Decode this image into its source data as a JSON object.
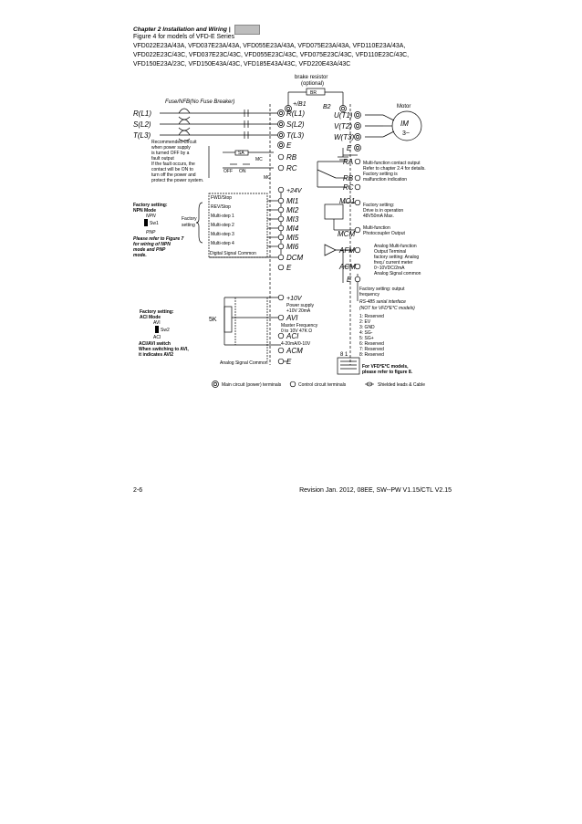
{
  "header": {
    "chapter": "Chapter 2 Installation and Wiring |",
    "figure_title": "Figure 4 for models of VFD-E Series",
    "model_lines": [
      "VFD022E23A/43A, VFD037E23A/43A, VFD055E23A/43A, VFD075E23A/43A, VFD110E23A/43A,",
      "VFD022E23C/43C, VFD037E23C/43C, VFD055E23C/43C, VFD075E23C/43C, VFD110E23C/43C,",
      "VFD150E23A/23C, VFD150E43A/43C, VFD185E43A/43C, VFD220E43A/43C"
    ]
  },
  "diagram": {
    "brake_resistor": "brake resistor",
    "optional": "(optional)",
    "br": "BR",
    "b1": "+/B1",
    "b2": "B2",
    "fuse_label": "Fuse/NFB(No Fuse Breaker)",
    "input_terminals": [
      "R(L1)",
      "S(L2)",
      "T(L3)"
    ],
    "drive_input_terminals": [
      "R(L1)",
      "S(L2)",
      "T(L3)"
    ],
    "e": "E",
    "output_terminals": [
      "U(T1)",
      "V(T2)",
      "W(T3)"
    ],
    "motor": "Motor",
    "im": "IM",
    "three_phase": "3~",
    "recommended_circuit": [
      "Recommended Circuit",
      "when power supply",
      "is turned OFF by a",
      "fault output",
      "If the fault occurs, the",
      "contact will be ON to",
      "turn off the power and",
      "protect the power system."
    ],
    "sa": "SA",
    "mc": "MC",
    "off": "OFF",
    "on": "ON",
    "rb": "RB",
    "rc": "RC",
    "plus24v": "+24V",
    "inputs": [
      {
        "label": "FWD/Stop",
        "terminal": "MI1"
      },
      {
        "label": "REV/Stop",
        "terminal": "MI2"
      },
      {
        "label": "Multi-step 1",
        "terminal": "MI3"
      },
      {
        "label": "Multi-step 2",
        "terminal": "MI4"
      },
      {
        "label": "Multi-step 3",
        "terminal": "MI5"
      },
      {
        "label": "Multi-step 4",
        "terminal": "MI6"
      }
    ],
    "factory": "Factory",
    "setting": "setting",
    "digital_signal_common": "Digital Signal Common",
    "dcm": "DCM",
    "factory_setting_npn": "Factory setting:",
    "npn_mode": "NPN Mode",
    "npn": "NPN",
    "sw1": "Sw1",
    "pnp": "PNP",
    "refer_fig7": [
      "Please refer to Figure 7",
      "for wiring of NPN",
      "mode and PNP",
      "mode."
    ],
    "ra": "RA",
    "relay_desc": [
      "Multi-function contact output",
      "Refer to chapter 2.4 for details.",
      "Factory setting is",
      "malfunction indication"
    ],
    "mo1": "MO1",
    "mo1_desc": [
      "Factory setting:",
      "Drive is in operation",
      "48V50mA Max."
    ],
    "mcm": "MCM",
    "mcm_desc": [
      "Multi-function",
      "Photocoupler Output"
    ],
    "afm": "AFM",
    "acm": "ACM",
    "afm_desc": [
      "Analog Multi-function",
      "Output Terminal",
      "factory setting: Analog",
      "freq./ current meter",
      "0~10VDC/2mA",
      "Analog Signal common"
    ],
    "factory_output_freq": [
      "Factory setting: output",
      "frequency"
    ],
    "plus10v": "+10V",
    "power_supply": [
      "Power supply",
      "+10V 20mA"
    ],
    "avi": "AVI",
    "master_freq": [
      "Master Frequency",
      "0 to 10V 47K Ω"
    ],
    "aci": "ACI",
    "aci_range": "4-20mA/0-10V",
    "five_k": "5K",
    "analog_signal_common": "Analog Signal Common",
    "aci_mode": [
      "Factory setting:",
      "ACI Mode"
    ],
    "avi_small": "AVI",
    "sw2": "Sw2",
    "aci_small": "ACI",
    "aci_switch_note": [
      "ACI/AVI switch",
      "When switching to AVI,",
      "it indicates AVI2"
    ],
    "rs485_title": "RS-485 serial interface",
    "rs485_sub": "(NOT for VFD*E*C models)",
    "pins": [
      "1: Reserved",
      "2: EV",
      "3: GND",
      "4: SG-",
      "5: SG+",
      "6: Reserved",
      "7: Reserved",
      "8: Reserved"
    ],
    "rj_pins": "8   1",
    "vfd_note": [
      "For VFD*E*C models,",
      "please refer to figure 8."
    ],
    "legend_main": "Main circuit (power) terminals",
    "legend_control": "Control circuit terminals",
    "legend_shield": "Shielded leads & Cable"
  },
  "footer": {
    "page": "2-6",
    "revision": "Revision Jan. 2012, 08EE, SW--PW V1.15/CTL V2.15"
  }
}
